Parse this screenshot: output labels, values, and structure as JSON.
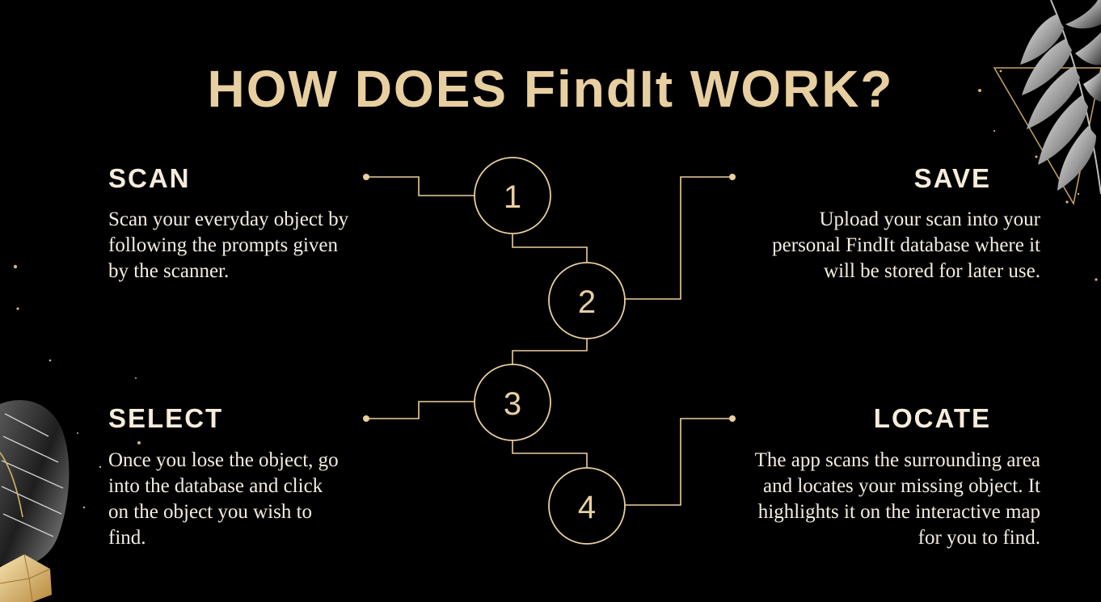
{
  "title": "HOW DOES FindIt WORK?",
  "steps": [
    {
      "number": "1",
      "title": "SCAN",
      "description": "Scan your everyday object by following the prompts given by the scanner."
    },
    {
      "number": "2",
      "title": "SAVE",
      "description": "Upload your scan into your personal FindIt database where it will be stored for later use."
    },
    {
      "number": "3",
      "title": "SELECT",
      "description": "Once you lose the object, go into the database and click on the object you wish to find."
    },
    {
      "number": "4",
      "title": "LOCATE",
      "description": "The app scans the surrounding area and locates your missing object. It highlights it on the interactive map for you to find."
    }
  ],
  "colors": {
    "background": "#000000",
    "accent": "#e8cfa0",
    "text": "#f4ede2"
  },
  "decorations": [
    "palm-leaf-icon",
    "monstera-leaf-icon",
    "gold-triangle-icon",
    "gold-gem-icon"
  ]
}
